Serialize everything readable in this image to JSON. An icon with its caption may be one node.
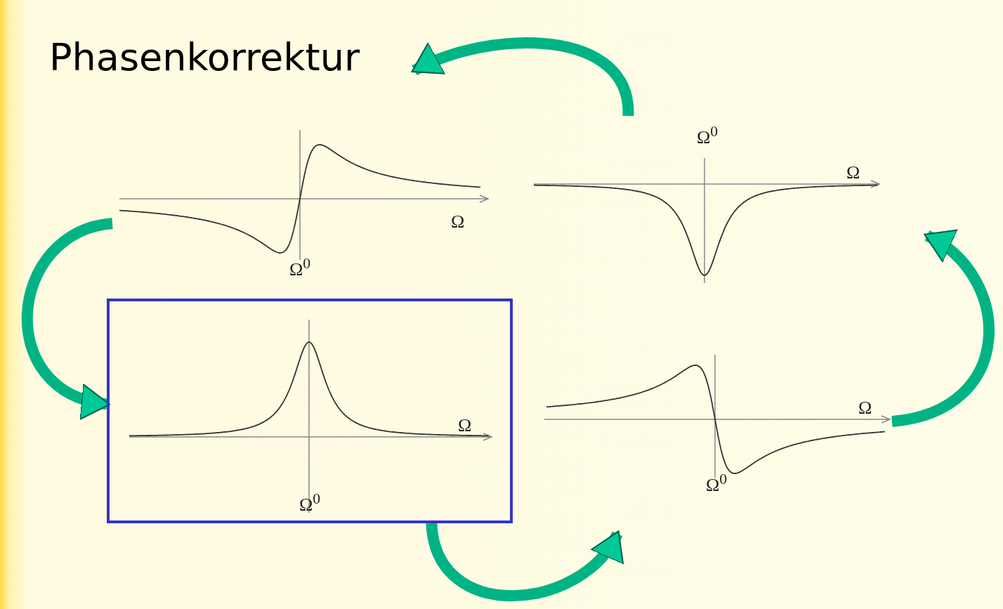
{
  "diagram": {
    "nodes": [
      {
        "text": [
          "Phasenkorrektur"
        ]
      },
      {
        "text": [
          "Ω",
          "Ω$^{0}$"
        ]
      },
      {
        "text": [
          "Ω",
          "Ω$^{0}$"
        ]
      },
      {
        "text": [
          "Ω",
          "Ω$^{0}$"
        ]
      },
      {
        "text": [
          "Ω",
          "Ω$^{0}$"
        ]
      }
    ],
    "edges": [
      {
        "from": 1,
        "to": 3,
        "arrow": "to"
      },
      {
        "from": 3,
        "to": 4,
        "arrow": "to"
      },
      {
        "from": 4,
        "to": 2,
        "arrow": "to"
      },
      {
        "from": 2,
        "to": 0,
        "arrow": "to"
      }
    ]
  }
}
